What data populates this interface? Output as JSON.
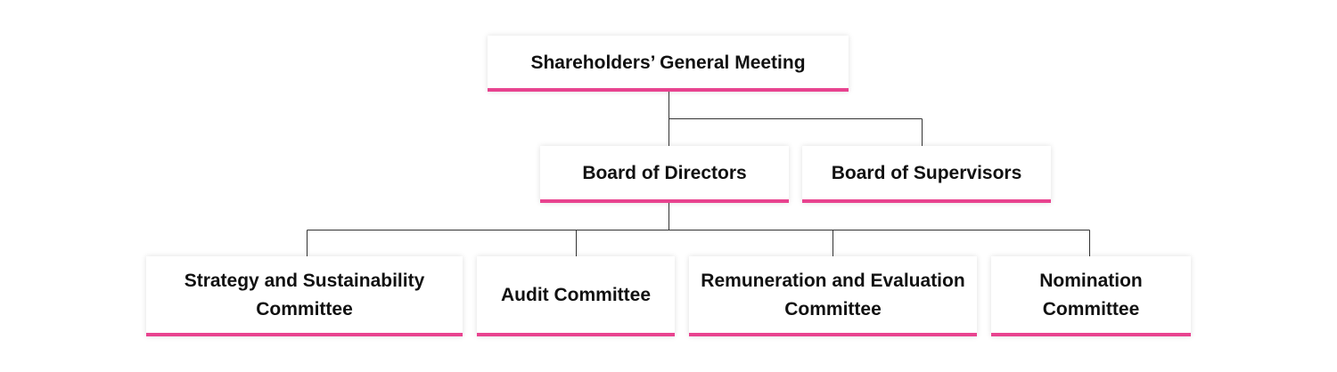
{
  "chart": {
    "top": {
      "label": "Shareholders’ General Meeting"
    },
    "boards": [
      {
        "label": "Board of Directors"
      },
      {
        "label": "Board of Supervisors"
      }
    ],
    "committees": [
      {
        "label": "Strategy and Sustainability Committee"
      },
      {
        "label": "Audit Committee"
      },
      {
        "label": "Remuneration and Evaluation Committee"
      },
      {
        "label": "Nomination Committee"
      }
    ]
  },
  "colors": {
    "accent": "#e8438f",
    "connector": "#333333",
    "text": "#111111"
  }
}
